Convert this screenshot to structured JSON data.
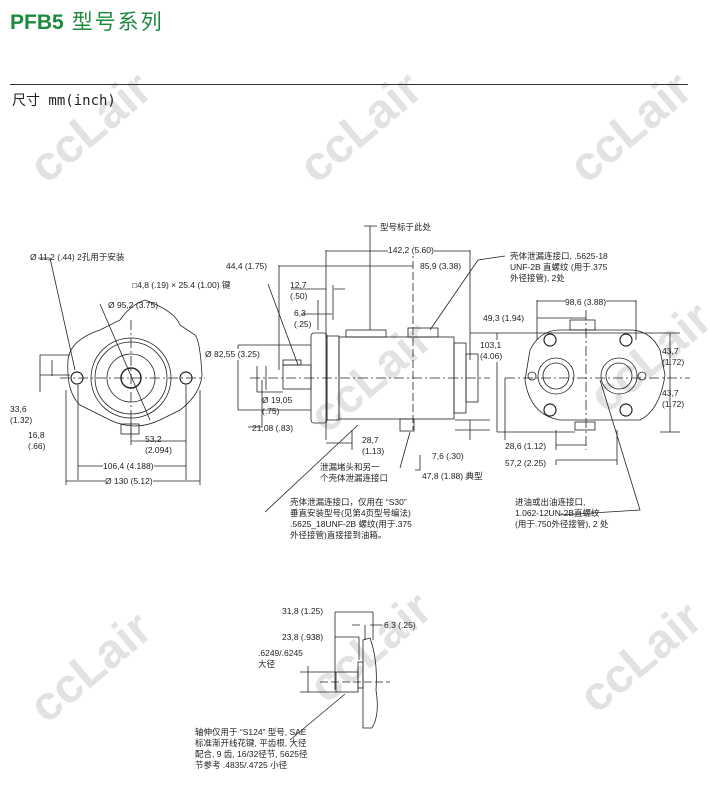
{
  "header": {
    "model": "PFB5",
    "title_cn": "型号系列",
    "units": "尺寸 mm(inch)"
  },
  "watermark": "ccLair",
  "front_view": {
    "mount_holes": "Ø 11,2 (.44) 2孔用于安装",
    "pilot_dia": "Ø 95,2 (3.75)",
    "dim_33_6": "33,6",
    "dim_33_6_in": "(1.32)",
    "dim_16_8": "16,8",
    "dim_16_8_in": "(.66)",
    "dim_53_2": "53,2",
    "dim_53_2_in": "(2.094)",
    "dim_106_4": "106,4 (4.188)",
    "dim_130": "Ø 130 (5.12)"
  },
  "side_view": {
    "model_label": "型号标于此处",
    "dim_142_2": "142,2 (5.60)",
    "dim_44_4": "44,4 (1.75)",
    "dim_85_9": "85,9 (3.38)",
    "key": "□4,8 (.19) × 25.4 (1.00) 键",
    "dim_12_7": "12,7",
    "dim_12_7_in": "(.50)",
    "dim_6_3": "6,3",
    "dim_6_3_in": "(.25)",
    "dim_82_55": "Ø 82,55 (3.25)",
    "dim_19_05": "Ø 19,05",
    "dim_19_05_in": "(.75)",
    "dim_21_08": "21,08 (.83)",
    "dim_28_7": "28,7",
    "dim_28_7_in": "(1.13)",
    "drain_plug": [
      "泄漏堵头和另一",
      "个壳体泄漏连接口"
    ],
    "dim_7_6": "7,6 (.30)",
    "dim_47_8": "47,8 (1.88) 典型",
    "case_drain_note": [
      "壳体泄漏连接口，仅用在 “S30”",
      "垂直安装型号(见第4页型号编法)",
      ".5625_18UNF-2B 螺纹(用于.375",
      "外径接管)直接接到油箱。"
    ]
  },
  "rear_view": {
    "case_drain": [
      "壳体泄漏连接口, .5625-18",
      "UNF-2B 直螺纹 (用于.375",
      "外径接管), 2处"
    ],
    "dim_98_6": "98,6 (3.88)",
    "dim_49_3": "49,3 (1.94)",
    "dim_103_1": "103,1",
    "dim_103_1_in": "(4.06)",
    "dim_43_7_a": "43,7",
    "dim_43_7_a_in": "(1.72)",
    "dim_43_7_b": "43,7",
    "dim_43_7_b_in": "(1.72)",
    "dim_28_6": "28,6 (1.12)",
    "dim_57_2": "57,2 (2.25)",
    "port_note": [
      "进油或出油连接口,",
      "1.062-12UN-2B直螺纹",
      "(用于.750外径接管), 2 处"
    ]
  },
  "spline_view": {
    "dim_31_8": "31,8 (1.25)",
    "dim_23_8": "23,8 (.938)",
    "dim_6_3": "6,3 (.25)",
    "major_dia": [
      ".6249/.6245",
      "大径"
    ],
    "spline_note": [
      "轴伸仅用于 “S124” 型号, SAE",
      "标准渐开线花键, 平齿根, 大径",
      "配合, 9 齿, 16/32径节, 5625径",
      "节参考 .4835/.4725 小径"
    ]
  }
}
